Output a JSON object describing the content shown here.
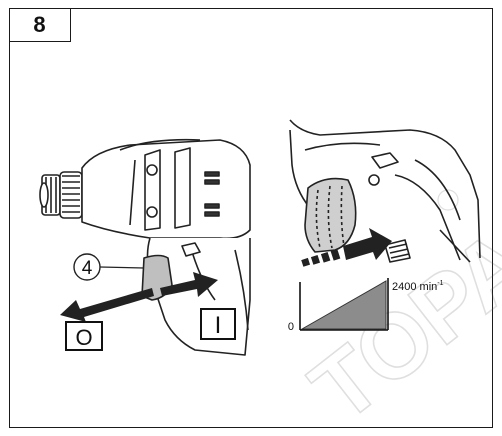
{
  "figure": {
    "number": "8"
  },
  "callouts": {
    "part_number": "4",
    "position_off": "O",
    "position_on": "I"
  },
  "speed_graph": {
    "min_label": "0",
    "max_label": "2400 min",
    "max_label_superscript": "-1"
  },
  "watermark": {
    "text": "ТОРА"
  }
}
